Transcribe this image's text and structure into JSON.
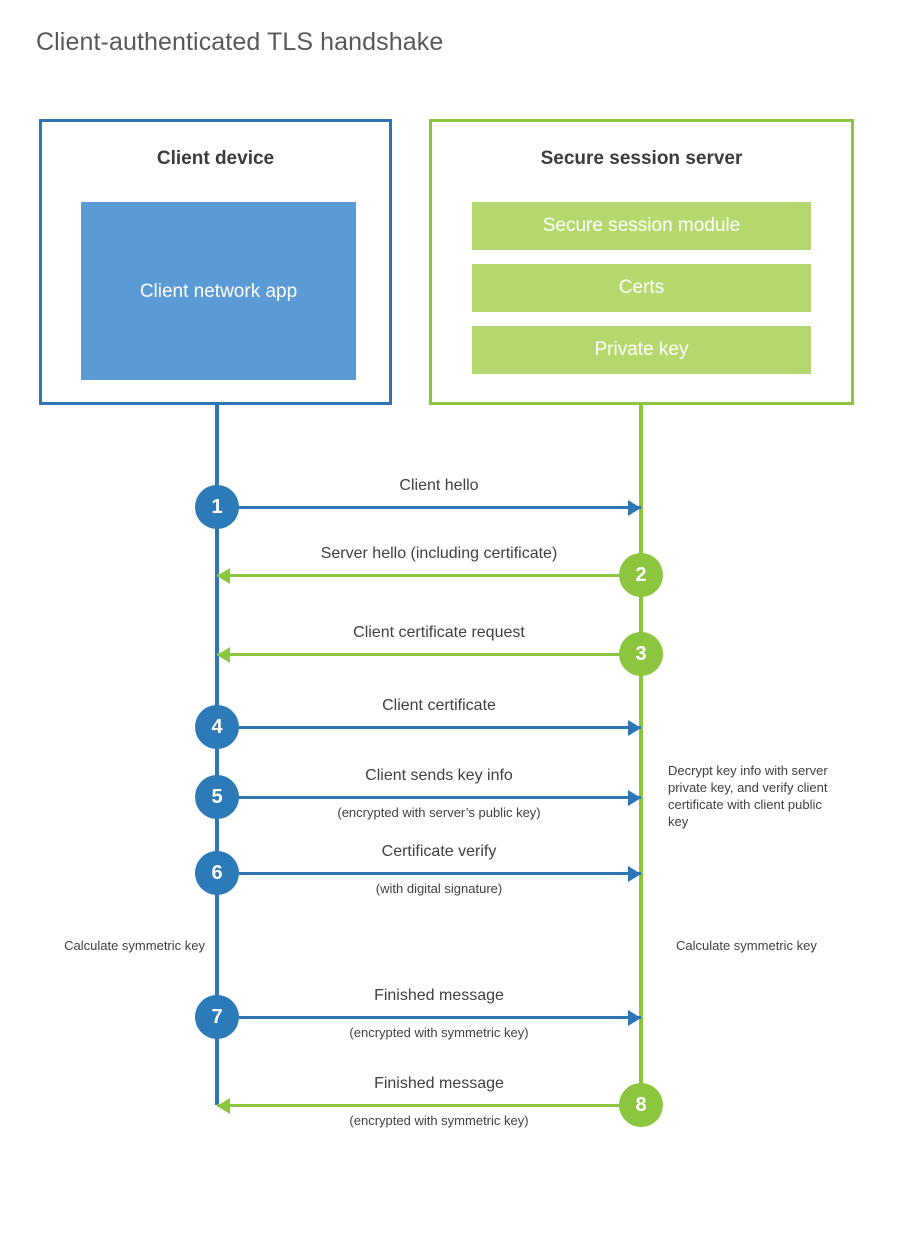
{
  "title": "Client-authenticated TLS handshake",
  "colors": {
    "client_blue": "#2e75b6",
    "client_app_fill": "#5b9bd5",
    "server_green": "#8cc63f",
    "server_bar_fill": "#b5d96f",
    "badge_blue": "#2d7ab8",
    "badge_green": "#8cc63f",
    "text": "#404040",
    "title_text": "#595959"
  },
  "client": {
    "title": "Client device",
    "app_label": "Client network app"
  },
  "server": {
    "title": "Secure session server",
    "components": [
      "Secure session module",
      "Certs",
      "Private key"
    ]
  },
  "steps": [
    {
      "number": "1",
      "label": "Client hello",
      "sublabel": "",
      "direction": "client-to-server",
      "color": "blue"
    },
    {
      "number": "2",
      "label": "Server hello (including certificate)",
      "sublabel": "",
      "direction": "server-to-client",
      "color": "green"
    },
    {
      "number": "3",
      "label": "Client certificate request",
      "sublabel": "",
      "direction": "server-to-client",
      "color": "green"
    },
    {
      "number": "4",
      "label": "Client certificate",
      "sublabel": "",
      "direction": "client-to-server",
      "color": "blue"
    },
    {
      "number": "5",
      "label": "Client sends key info",
      "sublabel": "(encrypted with server’s public key)",
      "direction": "client-to-server",
      "color": "blue"
    },
    {
      "number": "6",
      "label": "Certificate verify",
      "sublabel": "(with digital signature)",
      "direction": "client-to-server",
      "color": "blue"
    },
    {
      "number": "7",
      "label": "Finished message",
      "sublabel": "(encrypted with symmetric key)",
      "direction": "client-to-server",
      "color": "blue"
    },
    {
      "number": "8",
      "label": "Finished message",
      "sublabel": "(encrypted with symmetric key)",
      "direction": "server-to-client",
      "color": "green"
    }
  ],
  "notes": {
    "server_decrypt": "Decrypt key info with server private key, and verify client certificate with client public key",
    "client_symmetric_key": "Calculate symmetric key",
    "server_symmetric_key": "Calculate symmetric key"
  }
}
